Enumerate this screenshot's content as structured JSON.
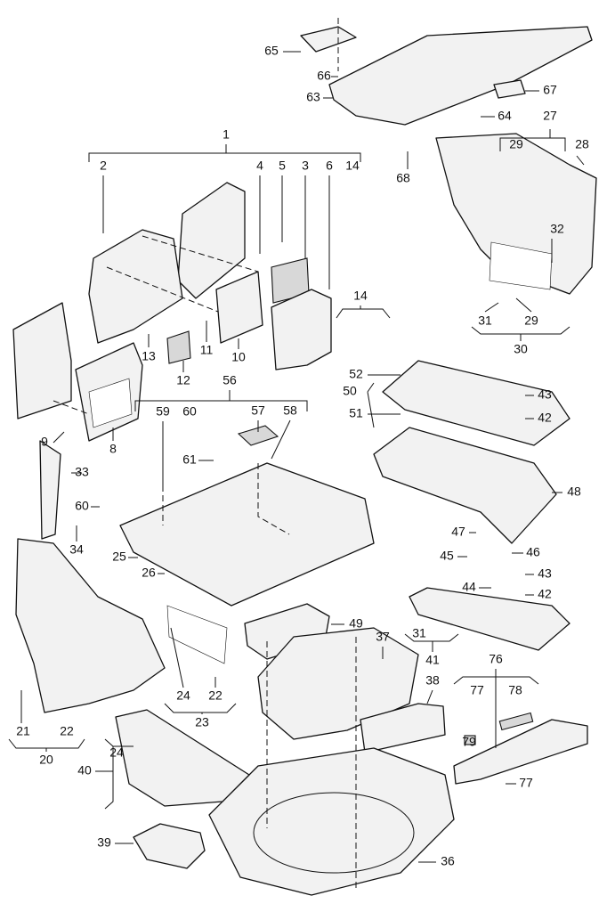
{
  "diagram": {
    "callouts": [
      "65",
      "66",
      "63",
      "67",
      "64",
      "27",
      "68",
      "29",
      "28",
      "1",
      "2",
      "4",
      "5",
      "3",
      "6",
      "14",
      "32",
      "14",
      "31",
      "29",
      "30",
      "13",
      "11",
      "10",
      "12",
      "52",
      "43",
      "50",
      "56",
      "42",
      "51",
      "59",
      "60",
      "57",
      "58",
      "9",
      "8",
      "33",
      "61",
      "48",
      "60",
      "34",
      "47",
      "45",
      "46",
      "43",
      "25",
      "26",
      "44",
      "42",
      "49",
      "37",
      "31",
      "41",
      "76",
      "38",
      "77",
      "78",
      "24",
      "22",
      "23",
      "21",
      "22",
      "20",
      "79",
      "24",
      "40",
      "77",
      "39",
      "36"
    ],
    "line_color": "#111111",
    "background": "#ffffff"
  }
}
